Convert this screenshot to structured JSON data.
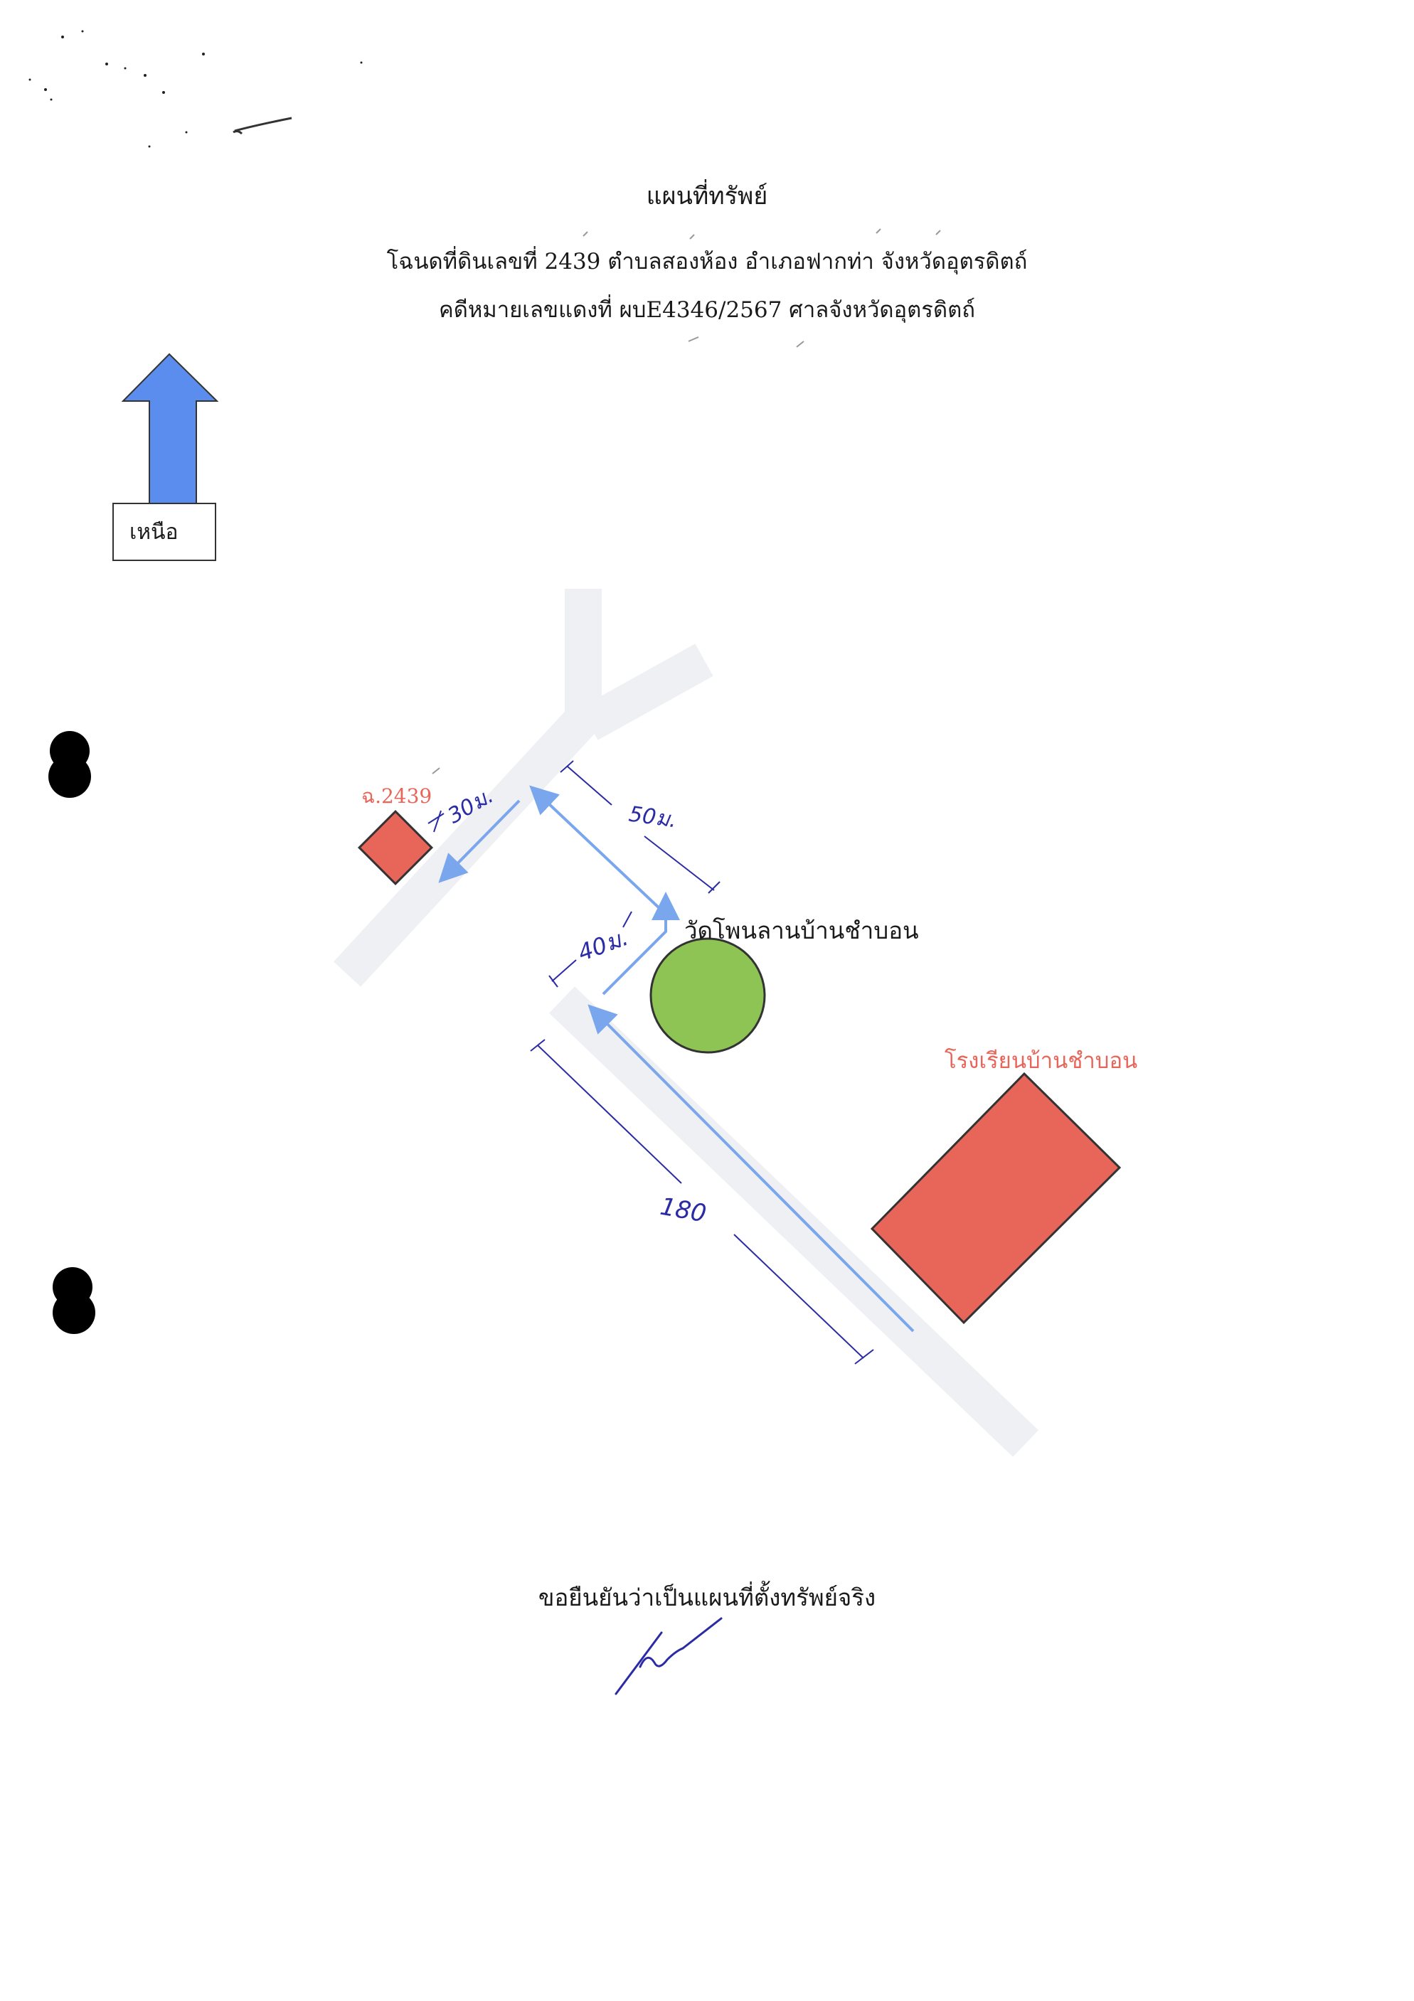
{
  "header": {
    "title": "แผนที่ทรัพย์",
    "line1": "โฉนดที่ดินเลขที่ 2439 ตำบลสองห้อง อำเภอฟากท่า จังหวัดอุตรดิตถ์",
    "line2": "คดีหมายเลขแดงที่ ผบE4346/2567 ศาลจังหวัดอุตรดิตถ์"
  },
  "compass": {
    "label": "เหนือ",
    "icon": "north-arrow-icon",
    "color": "#5b8def"
  },
  "map": {
    "plot_label": "ฉ.2439",
    "temple_label": "วัดโพนลานบ้านชำบอน",
    "school_label": "โรงเรียนบ้านชำบอน",
    "dimensions": {
      "d30": "30ม.",
      "d50": "50ม.",
      "d40": "40ม.",
      "d180": "180"
    },
    "colors": {
      "road": "#eef0f4",
      "route_arrow": "#7aa6ee",
      "plot_fill": "#e8655a",
      "temple_fill": "#8dc453",
      "dimension_ink": "#2b2ba6"
    }
  },
  "footer": {
    "confirm_text": "ขอยืนยันว่าเป็นแผนที่ตั้งทรัพย์จริง"
  }
}
